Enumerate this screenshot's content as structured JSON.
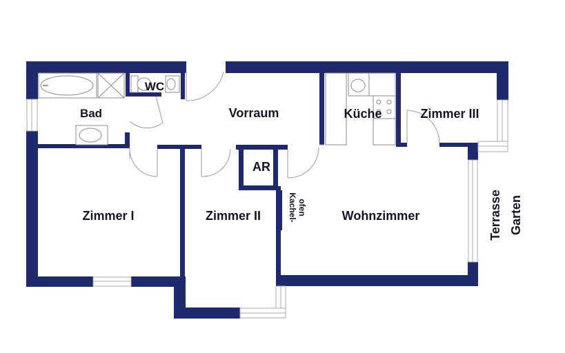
{
  "rooms": {
    "bad": "Bad",
    "wc": "WC",
    "vorraum": "Vorraum",
    "kueche": "Küche",
    "zimmer3": "Zimmer III",
    "ar": "AR",
    "zimmer1": "Zimmer I",
    "zimmer2": "Zimmer II",
    "wohnzimmer": "Wohnzimmer"
  },
  "fixtures": {
    "kachelofen_line1": "Kachel-",
    "kachelofen_line2": "ofen"
  },
  "outside": {
    "terrasse": "Terrasse",
    "garten": "Garten"
  },
  "colors": {
    "wall": "#1f2a6d",
    "window": "#bdbdbd",
    "text": "#141428"
  }
}
